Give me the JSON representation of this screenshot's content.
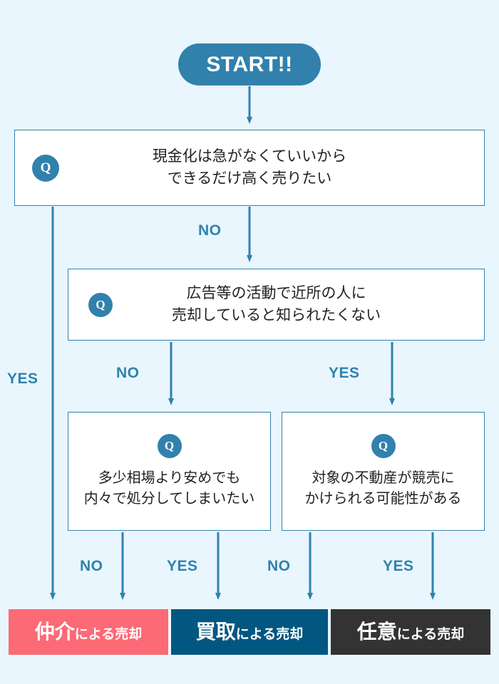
{
  "colors": {
    "background": "#e9f6fe",
    "accent_blue": "#3181ac",
    "box_fill": "#ffffff",
    "text_dark": "#222222",
    "result_pink": "#fc6a75",
    "result_navy": "#025780",
    "result_gray": "#333333"
  },
  "start": {
    "label": "START!!"
  },
  "questions": [
    {
      "id": "q1",
      "badge": "Q",
      "text": "現金化は急がなくていいから\nできるだけ高く売りたい"
    },
    {
      "id": "q2",
      "badge": "Q",
      "text": "広告等の活動で近所の人に\n売却していると知られたくない"
    },
    {
      "id": "q3",
      "badge": "Q",
      "text": "多少相場より安めでも\n内々で処分してしまいたい"
    },
    {
      "id": "q4",
      "badge": "Q",
      "text": "対象の不動産が競売に\nかけられる可能性がある"
    }
  ],
  "edge_labels": {
    "yes_main": "YES",
    "no_1": "NO",
    "no_2": "NO",
    "yes_2": "YES",
    "no_3": "NO",
    "yes_3": "YES",
    "no_4": "NO",
    "yes_4": "YES"
  },
  "results": [
    {
      "id": "result1",
      "strong": "仲介",
      "rest": "による売却",
      "color": "#fc6a75"
    },
    {
      "id": "result2",
      "strong": "買取",
      "rest": "による売却",
      "color": "#025780"
    },
    {
      "id": "result3",
      "strong": "任意",
      "rest": "による売却",
      "color": "#333333"
    }
  ]
}
